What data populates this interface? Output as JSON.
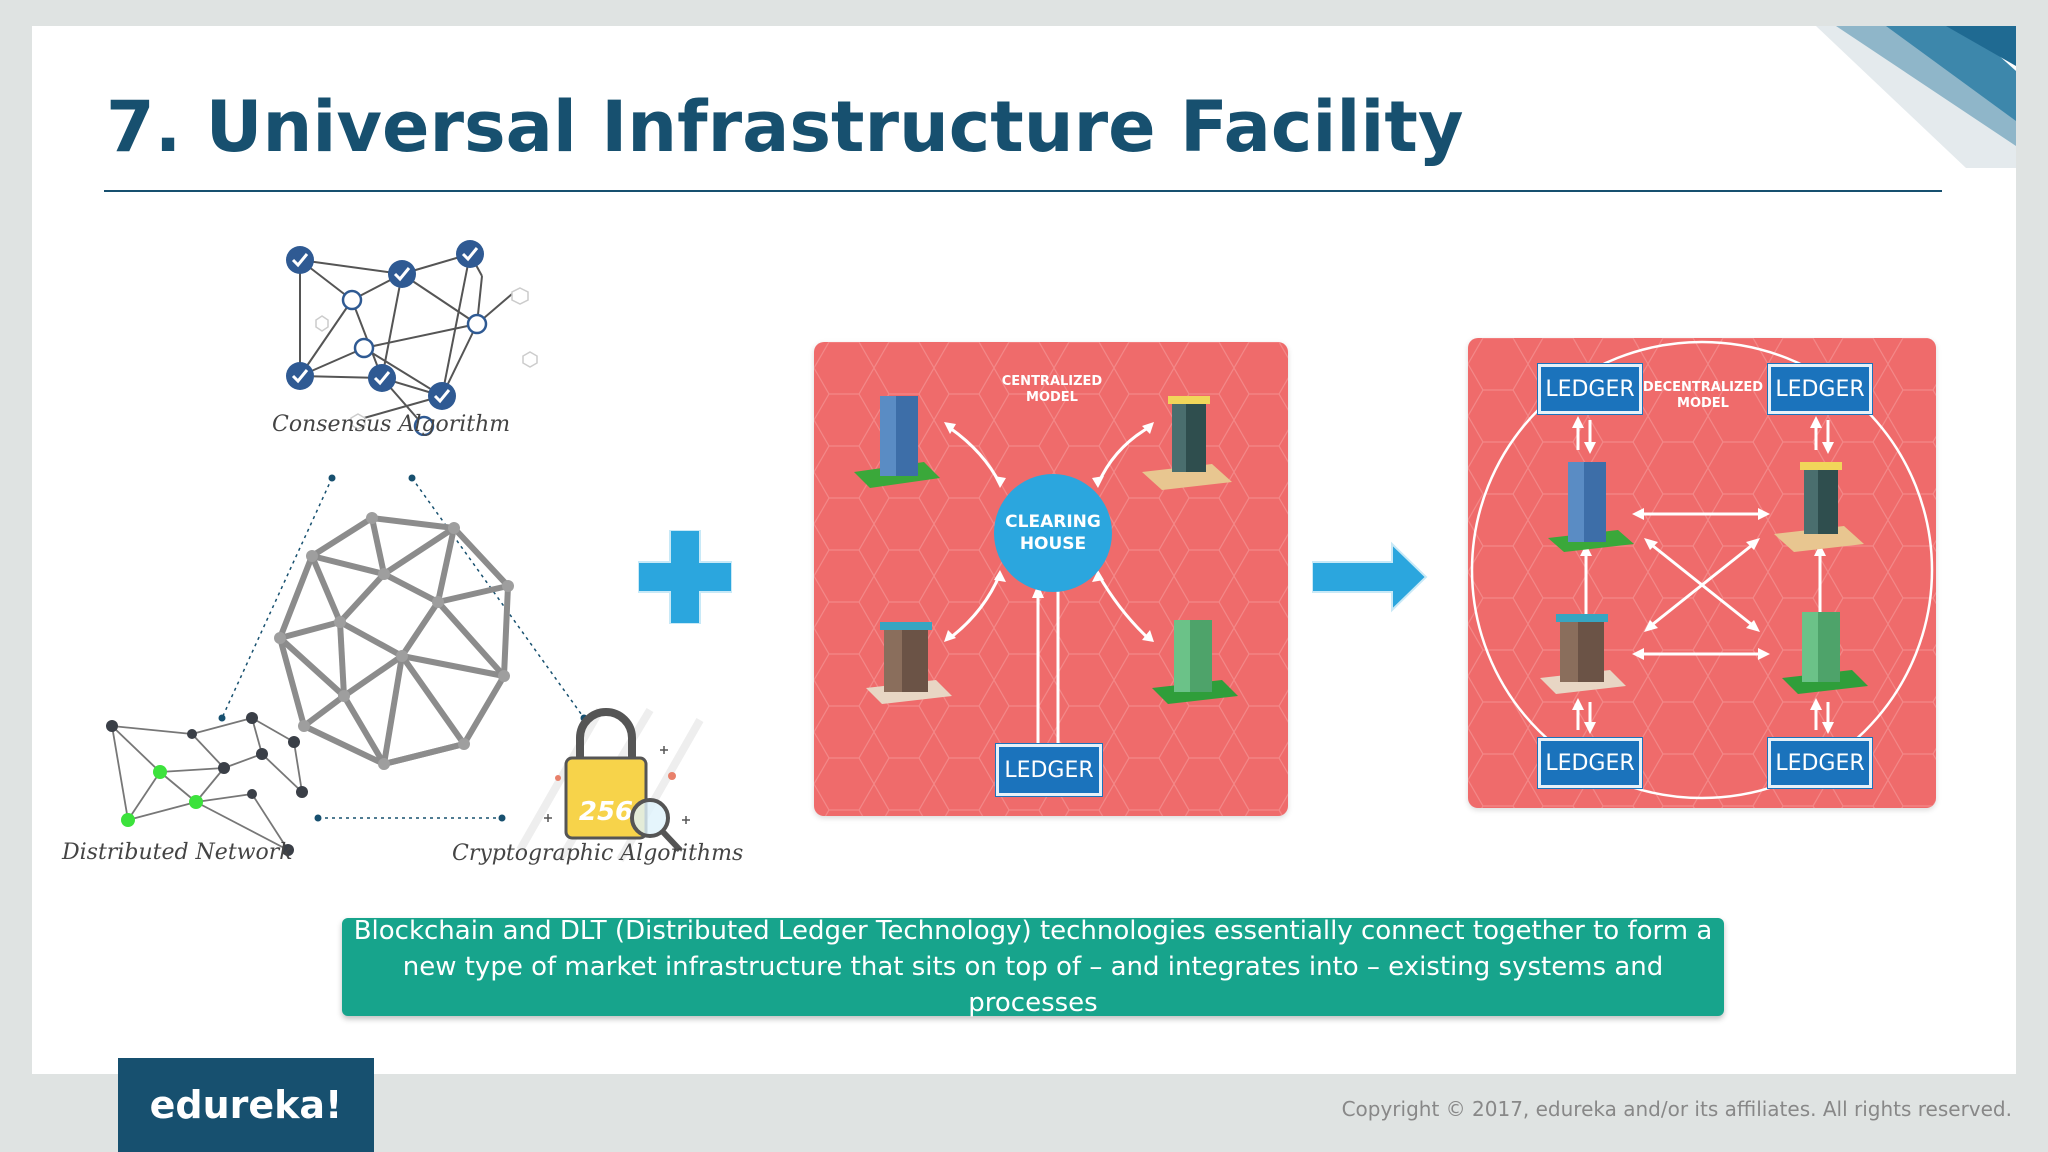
{
  "slide": {
    "title": "7. Universal Infrastructure Facility",
    "accent_color": "#17506f",
    "panel_color": "#ef6b6b"
  },
  "left_diagram": {
    "consensus_label": "Consensus Algorithm",
    "network_label": "Distributed Network",
    "crypto_label": "Cryptographic Algorithms",
    "lock_number": "256"
  },
  "centralized_panel": {
    "model_label_line1": "CENTRALIZED",
    "model_label_line2": "MODEL",
    "hub_line1": "CLEARING",
    "hub_line2": "HOUSE",
    "ledger_label": "LEDGER"
  },
  "decentralized_panel": {
    "model_label_line1": "DECENTRALIZED",
    "model_label_line2": "MODEL",
    "ledger_labels": [
      "LEDGER",
      "LEDGER",
      "LEDGER",
      "LEDGER"
    ]
  },
  "caption": {
    "text": "Blockchain and DLT (Distributed Ledger Technology) technologies essentially connect together to form a new type of market infrastructure that sits on top of – and integrates into – existing systems and processes",
    "color": "#17a48c"
  },
  "footer": {
    "logo": "edureka!",
    "copyright": "Copyright © 2017, edureka and/or its affiliates. All rights reserved."
  },
  "icons": [
    "plus-icon",
    "right-arrow-icon",
    "padlock-icon",
    "magnifier-icon",
    "building-icon",
    "checkmark-icon"
  ]
}
